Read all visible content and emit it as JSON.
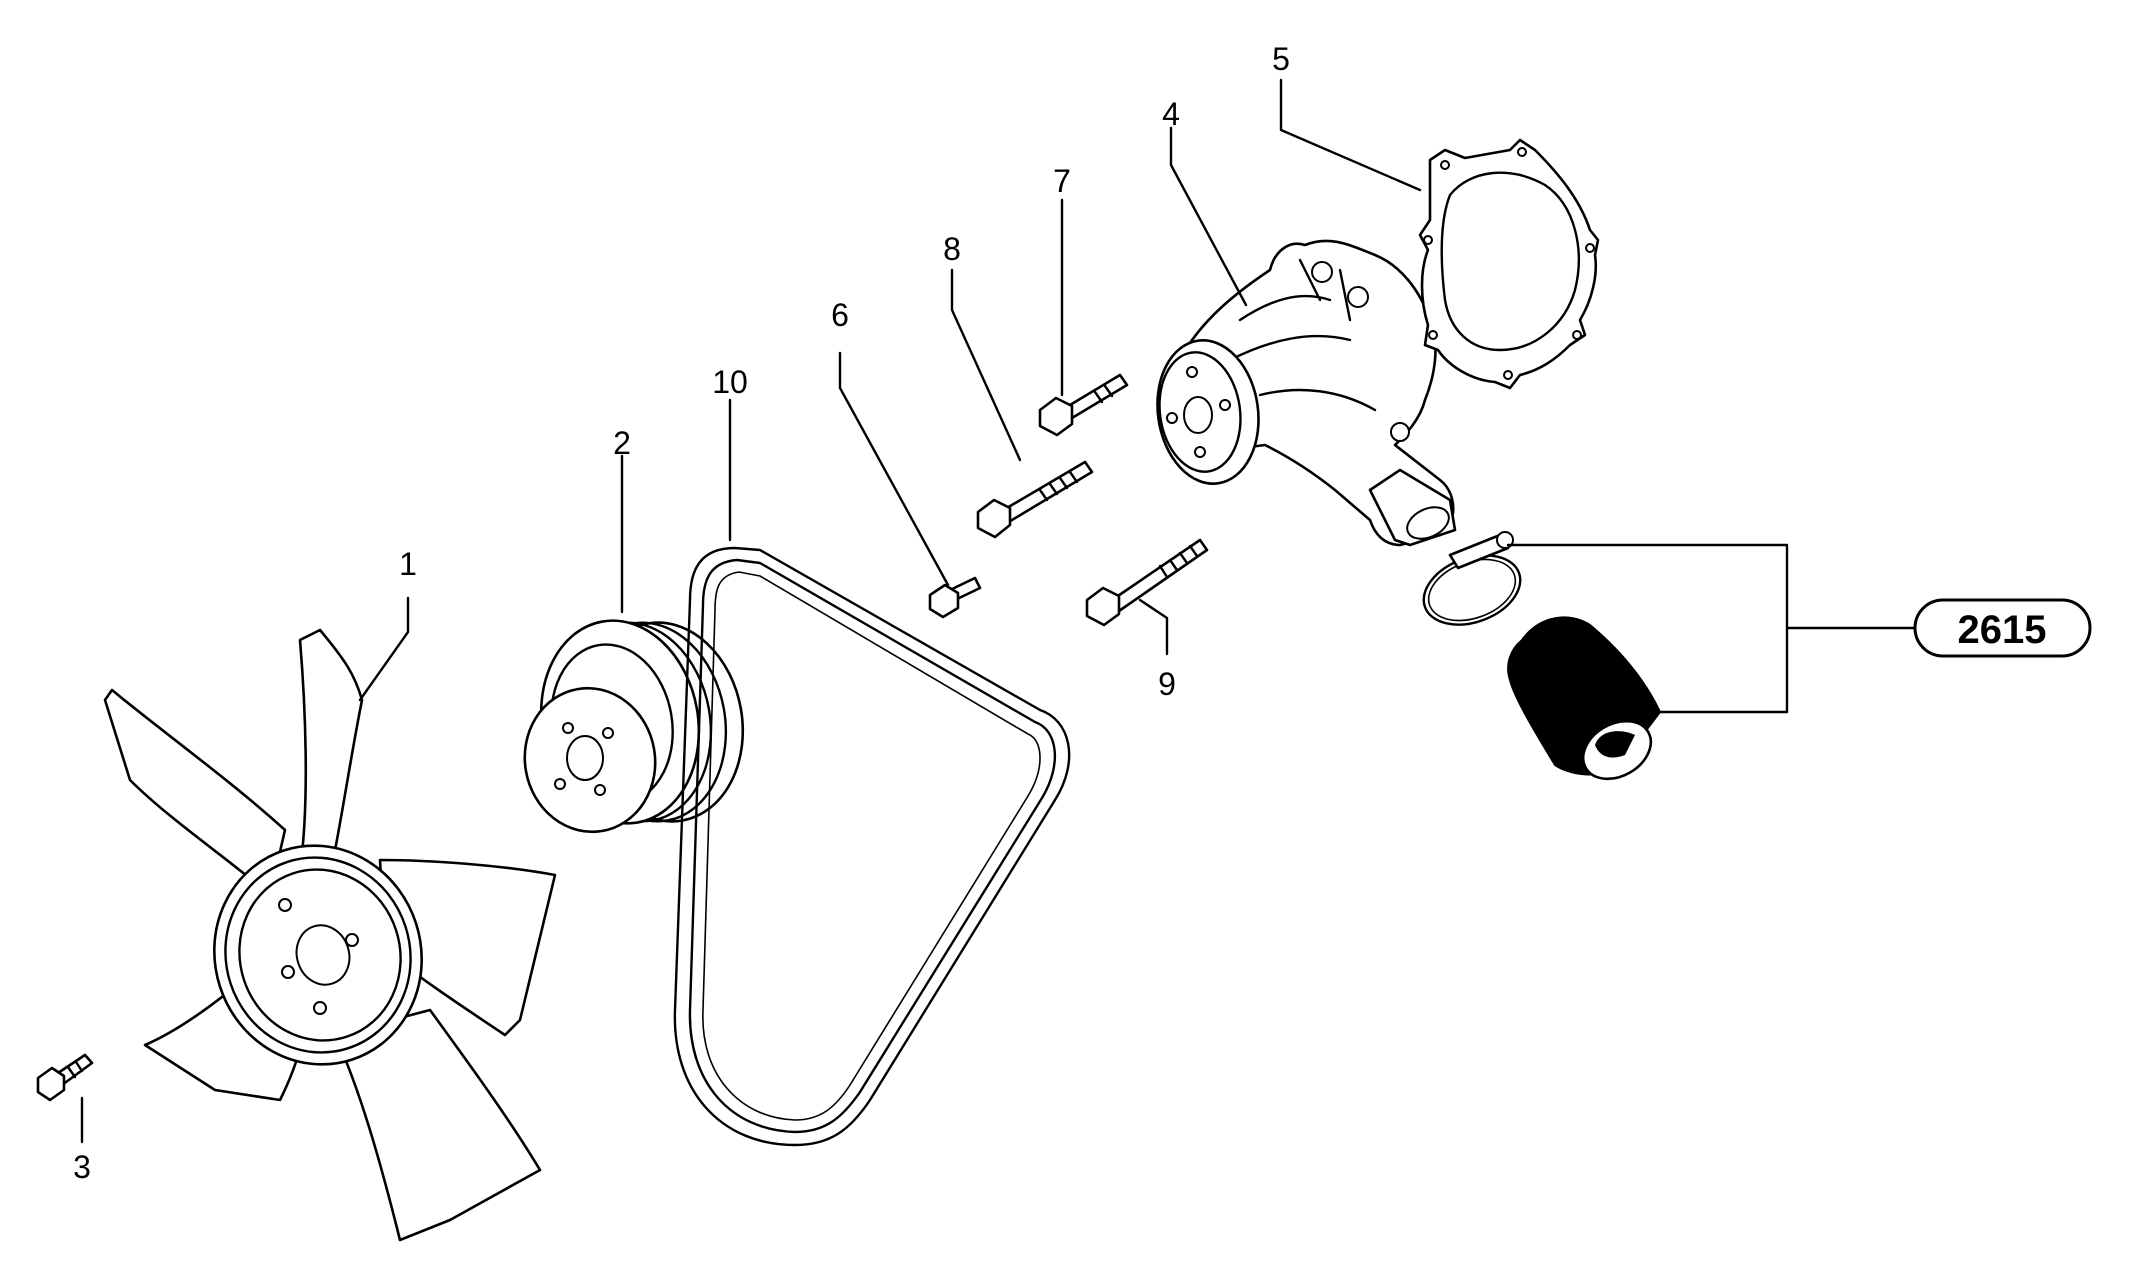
{
  "callouts": {
    "c1": "1",
    "c2": "2",
    "c3": "3",
    "c4": "4",
    "c5": "5",
    "c6": "6",
    "c7": "7",
    "c8": "8",
    "c9": "9",
    "c10": "10"
  },
  "reference": {
    "label": "2615"
  },
  "colors": {
    "ink": "#000000",
    "background": "#ffffff"
  }
}
